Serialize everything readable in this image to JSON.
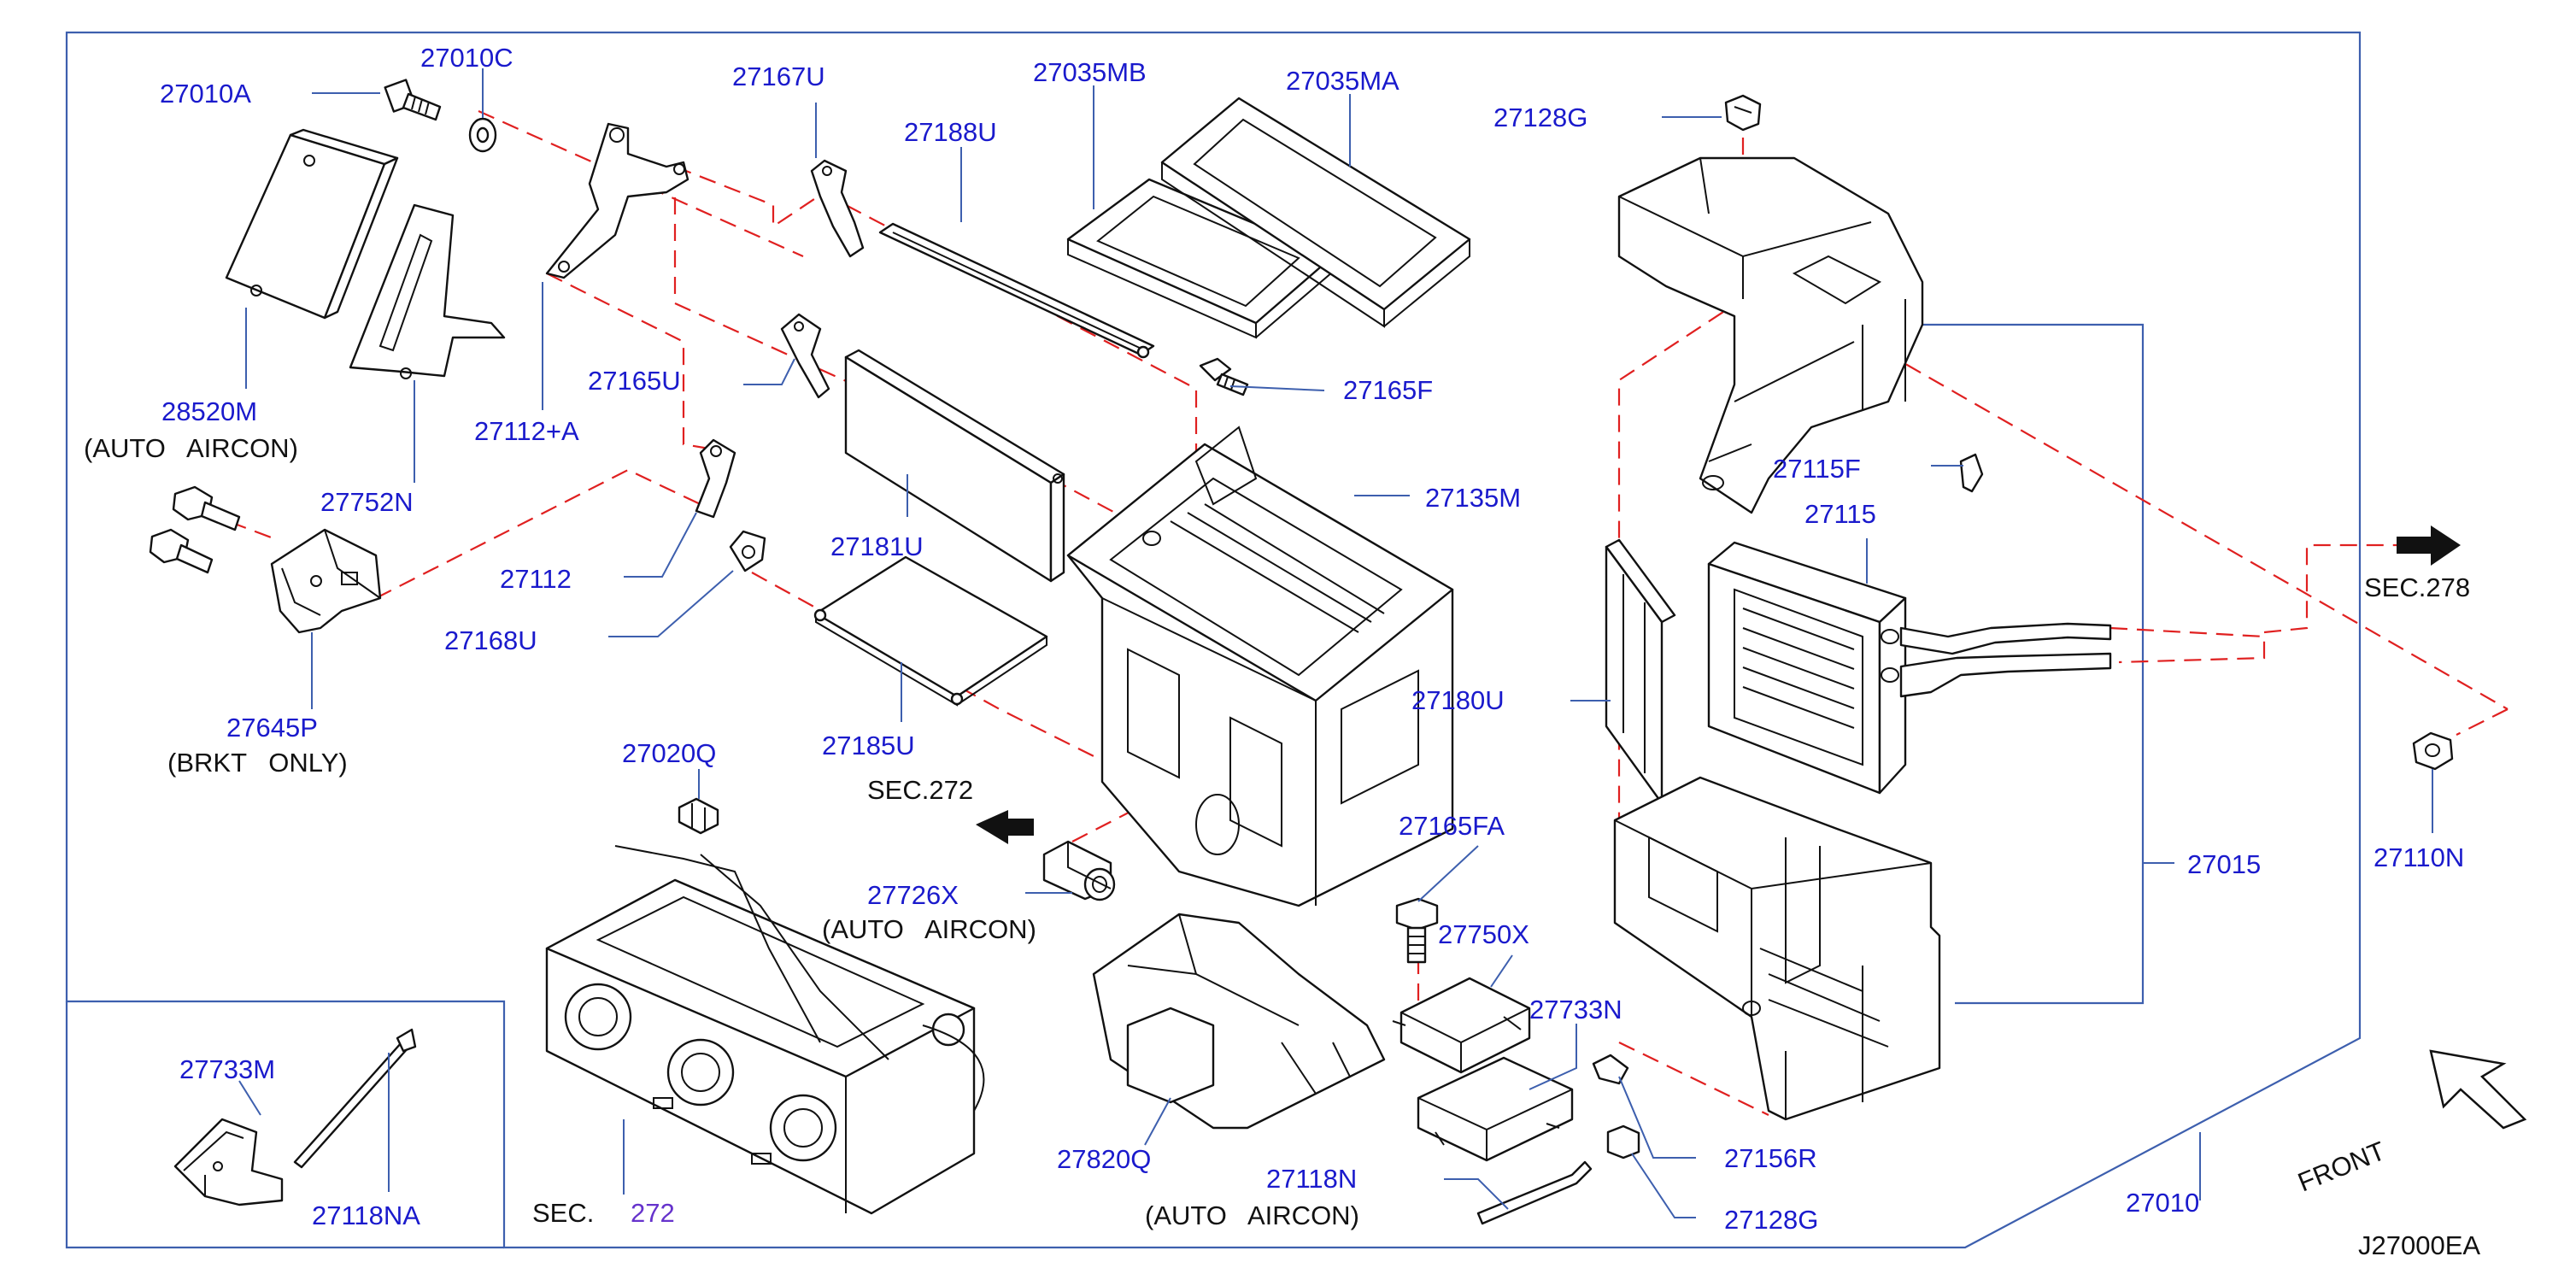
{
  "colors": {
    "label_blue": "#1a1acc",
    "callout_black": "#111111",
    "frame_blue": "#3d5fae",
    "dash_red": "#e02020",
    "sec_purple": "#6633cc",
    "background": "#ffffff"
  },
  "parts": {
    "p27010A": "27010A",
    "p27010C": "27010C",
    "p27167U": "27167U",
    "p27035MB": "27035MB",
    "p27035MA": "27035MA",
    "p27188U": "27188U",
    "p27128G_top": "27128G",
    "p28520M": "28520M",
    "p27112A": "27112+A",
    "p27165U": "27165U",
    "p27165F": "27165F",
    "p27752N": "27752N",
    "p27135M": "27135M",
    "p27115F": "27115F",
    "p27115": "27115",
    "p27112": "27112",
    "p27181U": "27181U",
    "p27168U": "27168U",
    "p27180U": "27180U",
    "p27645P": "27645P",
    "p27185U": "27185U",
    "p27020Q": "27020Q",
    "p27165FA": "27165FA",
    "p27015": "27015",
    "p27110N": "27110N",
    "p27726X": "27726X",
    "p27750X": "27750X",
    "p27733N": "27733N",
    "p27733M": "27733M",
    "p27820Q": "27820Q",
    "p27156R": "27156R",
    "p27118N": "27118N",
    "p27010": "27010",
    "p27118NA": "27118NA",
    "p27128G_bottom": "27128G"
  },
  "notes": {
    "auto_aircon_1": "(AUTO   AIRCON)",
    "auto_aircon_2": "(AUTO   AIRCON)",
    "auto_aircon_3": "(AUTO   AIRCON)",
    "brkt_only": "(BRKT   ONLY)",
    "sec_278": "SEC.278",
    "sec_272_arrow": "SEC.272",
    "sec_prefix": "SEC.",
    "sec_272_num": "272",
    "front": "FRONT",
    "diagram_code": "J27000EA"
  }
}
